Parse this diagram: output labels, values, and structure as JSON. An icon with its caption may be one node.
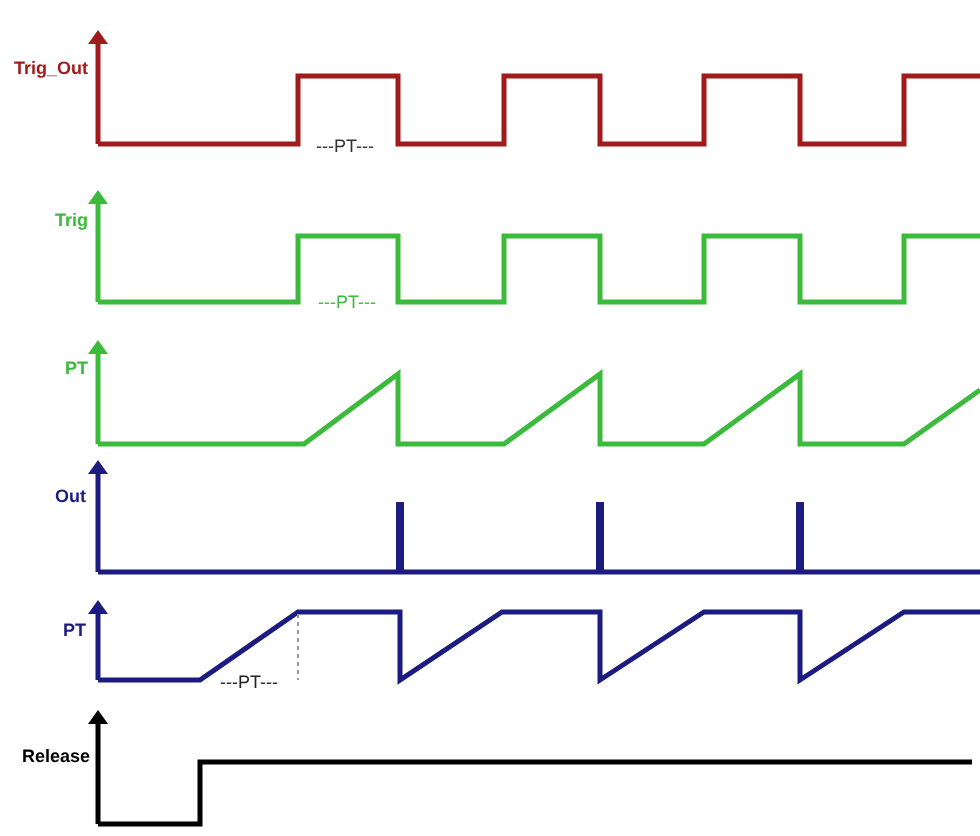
{
  "diagram": {
    "labels": [
      "Trig_Out",
      "---PT---",
      "Trig",
      "---PT---",
      "PT",
      "Out",
      "PT",
      "---PT---",
      "Release"
    ]
  }
}
